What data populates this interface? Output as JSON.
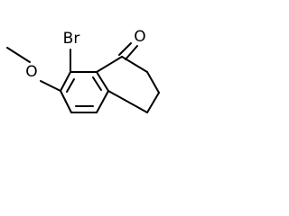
{
  "molecule": {
    "atoms": {
      "bromine": "Br",
      "carbonyl_oxygen": "O",
      "ether_oxygen": "O"
    },
    "colors": {
      "bond": "#000000",
      "label": "#000000",
      "background": "#ffffff"
    }
  }
}
